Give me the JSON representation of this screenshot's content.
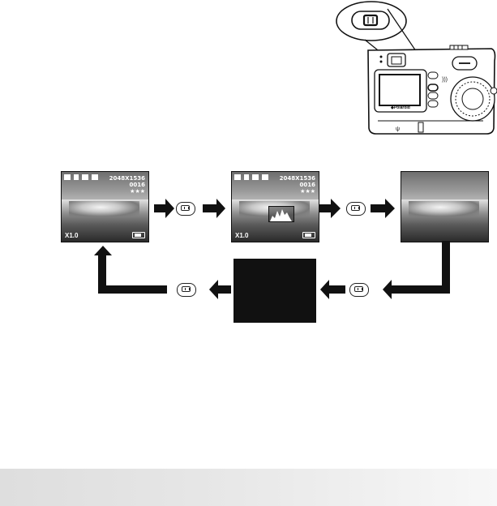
{
  "screens": {
    "screen1": {
      "resolution": "2048X1536",
      "count": "0016",
      "quality": "★★★",
      "zoom": "X1.0"
    },
    "screen2": {
      "resolution": "2048X1536",
      "count": "0016",
      "quality": "★★★",
      "zoom": "X1.0"
    }
  },
  "camera": {
    "brand": "◆Polaroid"
  },
  "icons": {
    "button": "display-button-icon",
    "arrow": "flow-arrow-icon",
    "battery": "battery-icon"
  }
}
